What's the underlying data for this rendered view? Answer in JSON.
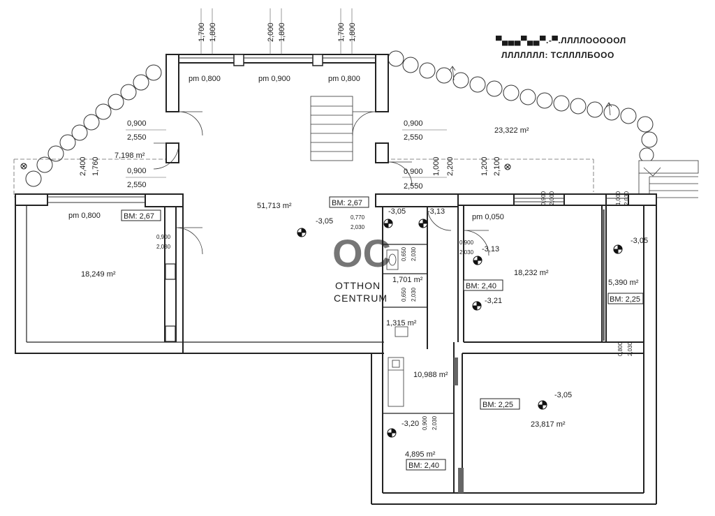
{
  "header_scribble": [
    "▀▄▄▄▀▄▄▀.-▀.ЛЛЛЛОООООЛ",
    "ЛЛЛЛЛЛЛ: ТСЛЛЛЛБООО"
  ],
  "top_dims": [
    {
      "a": "1,700",
      "b": "1,800"
    },
    {
      "a": "2,000",
      "b": "1,800"
    },
    {
      "a": "1,700",
      "b": "1,800"
    }
  ],
  "windows": {
    "w1": "pm 0,800",
    "w2": "pm 0,900",
    "w3": "pm 0,800",
    "w4": "pm 0,800",
    "w5": "pm 0,050"
  },
  "openings": {
    "o1a": "0,900",
    "o1b": "2,550",
    "o2a": "0,900",
    "o2b": "2,550",
    "o3a": "0,900",
    "o3b": "2,550",
    "o4a": "0,900",
    "o4b": "2,550",
    "o5a": "0,900",
    "o5b": "2,030",
    "o6a": "0,770",
    "o6b": "2,030",
    "o7a": "0,900",
    "o7b": "2,030",
    "v1a": "2,400",
    "v1b": "1,760",
    "v2a": "1,000",
    "v2b": "2,200",
    "v3a": "1,200",
    "v3b": "2,100",
    "v4a": "0,900",
    "v4b": "2,000",
    "v5a": "1,000",
    "v5b": "2,030",
    "v6a": "0,650",
    "v6b": "2,030",
    "v7a": "0,650",
    "v7b": "2,030",
    "v8a": "0,800",
    "v8b": "2,030",
    "v9a": "0,900",
    "v9b": "2,030"
  },
  "areas": {
    "a1": "23,322 m²",
    "a2": "7,198 m²",
    "a3": "51,713 m²",
    "a4": "18,249 m²",
    "a5": "18,232 m²",
    "a6": "5,390 m²",
    "a7": "1,701 m²",
    "a8": "1,315 m²",
    "a9": "10,988 m²",
    "a10": "23,817 m²",
    "a11": "4,895 m²"
  },
  "levels": {
    "l1": "-3,05",
    "l2": "-3,05",
    "l3": "-3,13",
    "l4": "-3,13",
    "l5": "-3,21",
    "l6": "-3,05",
    "l7": "-3,05",
    "l8": "-3,20"
  },
  "bm": {
    "b1": "BM: 2,67",
    "b2": "BM: 2,67",
    "b3": "BM: 2,40",
    "b4": "BM: 2,25",
    "b5": "BM: 2,25",
    "b6": "BM: 2,40"
  },
  "watermark": {
    "logo": "OC",
    "line1": "OTTHON",
    "line2": "CENTRUM"
  }
}
